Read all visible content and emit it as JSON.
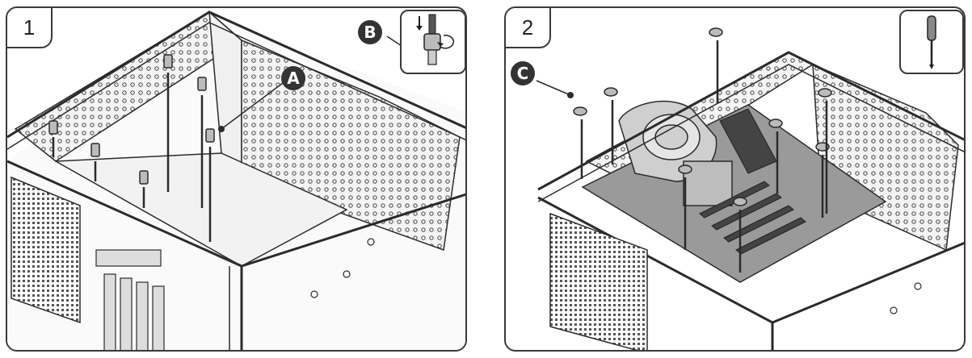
{
  "steps": [
    {
      "number": "1",
      "callouts": {
        "a": "A",
        "b": "B"
      },
      "inset_icon": "screw-driver-standoff-icon"
    },
    {
      "number": "2",
      "callouts": {
        "c": "C"
      },
      "inset_icon": "screwdriver-icon"
    }
  ],
  "colors": {
    "line": "#2b2b2b",
    "panel_fill": "#e9e9e9",
    "motherboard": "#9a9a9a",
    "callout_fill": "#333333"
  }
}
